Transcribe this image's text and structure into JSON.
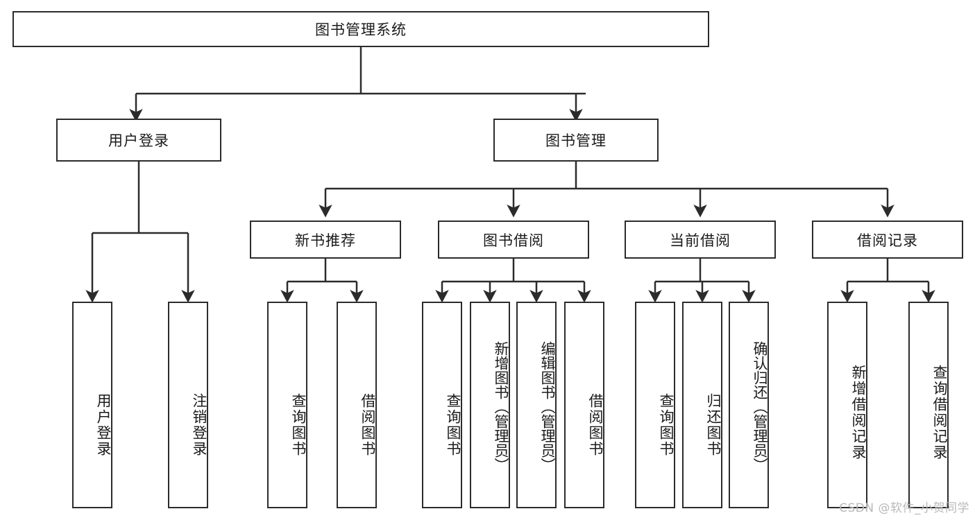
{
  "diagram": {
    "title": "图书管理系统",
    "type": "tree",
    "root": {
      "label": "图书管理系统"
    },
    "level1": [
      {
        "label": "用户登录"
      },
      {
        "label": "图书管理"
      }
    ],
    "level2": [
      {
        "label": "新书推荐"
      },
      {
        "label": "图书借阅"
      },
      {
        "label": "当前借阅"
      },
      {
        "label": "借阅记录"
      }
    ],
    "leaves": {
      "user_login": [
        {
          "label": "用户登录"
        },
        {
          "label": "注销登录"
        }
      ],
      "new_book_recommend": [
        {
          "label": "查询图书"
        },
        {
          "label": "借阅图书"
        }
      ],
      "book_borrow": [
        {
          "label": "查询图书"
        },
        {
          "label": "新增图书（管理员）"
        },
        {
          "label": "编辑图书（管理员）"
        },
        {
          "label": "借阅图书"
        }
      ],
      "current_borrow": [
        {
          "label": "查询图书"
        },
        {
          "label": "归还图书"
        },
        {
          "label": "确认归还（管理员）"
        }
      ],
      "borrow_record": [
        {
          "label": "新增借阅记录"
        },
        {
          "label": "查询借阅记录"
        }
      ]
    }
  },
  "watermark": {
    "text": "CSDN @软件_小贺同学"
  },
  "colors": {
    "stroke": "#2b2b2b",
    "fill": "#ffffff",
    "text": "#1a1a1a",
    "watermark": "#b9b9b9"
  }
}
